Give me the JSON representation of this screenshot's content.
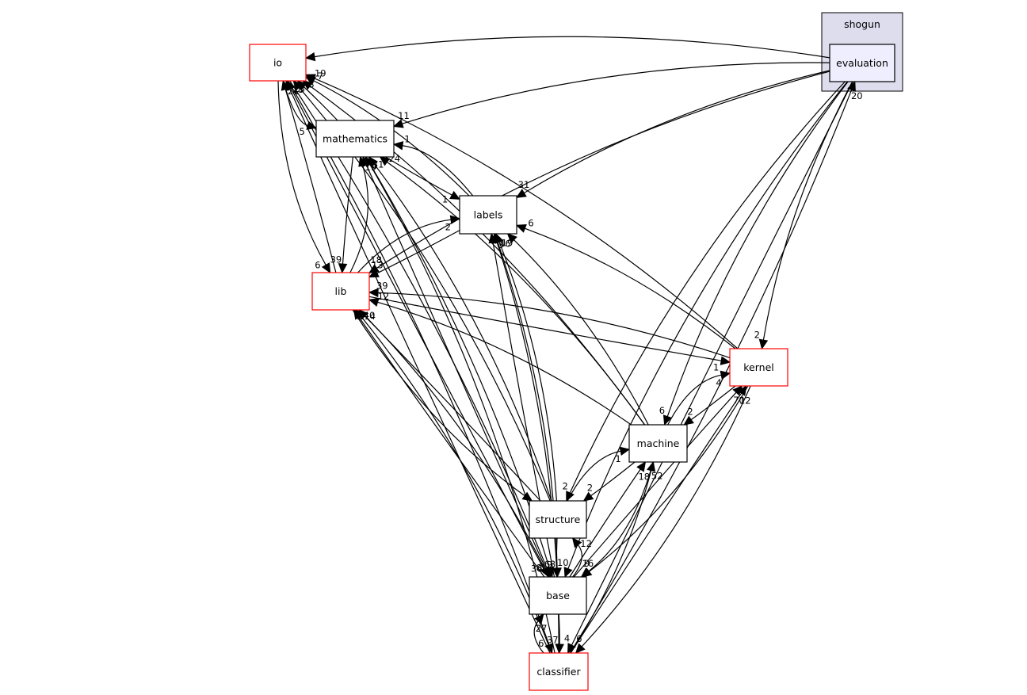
{
  "colors": {
    "background": "#ffffff",
    "cluster_fill": "#ddddee",
    "cluster_stroke": "#000000",
    "highlight_fill": "#eeeeff",
    "node_fill": "#ffffff",
    "plain_stroke": "#000000",
    "incomplete_stroke": "#ff0000",
    "edge": "#000000"
  },
  "cluster": {
    "label": "shogun"
  },
  "nodes": [
    {
      "id": "io",
      "label": "io",
      "style": "incomplete"
    },
    {
      "id": "mathematics",
      "label": "mathematics",
      "style": "plain"
    },
    {
      "id": "labels",
      "label": "labels",
      "style": "plain"
    },
    {
      "id": "lib",
      "label": "lib",
      "style": "incomplete"
    },
    {
      "id": "kernel",
      "label": "kernel",
      "style": "incomplete"
    },
    {
      "id": "machine",
      "label": "machine",
      "style": "plain"
    },
    {
      "id": "structure",
      "label": "structure",
      "style": "plain"
    },
    {
      "id": "base",
      "label": "base",
      "style": "plain"
    },
    {
      "id": "classifier",
      "label": "classifier",
      "style": "incomplete"
    },
    {
      "id": "evaluation",
      "label": "evaluation",
      "style": "highlight"
    }
  ],
  "edges": [
    {
      "from": "evaluation",
      "to": "io",
      "label": ""
    },
    {
      "from": "evaluation",
      "to": "mathematics",
      "label": "11"
    },
    {
      "from": "evaluation",
      "to": "labels",
      "label": "31"
    },
    {
      "from": "evaluation",
      "to": "lib",
      "label": "18"
    },
    {
      "from": "evaluation",
      "to": "kernel",
      "label": "2"
    },
    {
      "from": "evaluation",
      "to": "machine",
      "label": "6"
    },
    {
      "from": "evaluation",
      "to": "structure",
      "label": "2"
    },
    {
      "from": "evaluation",
      "to": "base",
      "label": "10"
    },
    {
      "from": "evaluation",
      "to": "classifier",
      "label": "4"
    },
    {
      "from": "classifier",
      "to": "evaluation",
      "label": "20"
    },
    {
      "from": "mathematics",
      "to": "io",
      "label": "3"
    },
    {
      "from": "io",
      "to": "mathematics",
      "label": "5"
    },
    {
      "from": "mathematics",
      "to": "labels",
      "label": "1"
    },
    {
      "from": "labels",
      "to": "mathematics",
      "label": "1"
    },
    {
      "from": "mathematics",
      "to": "lib",
      "label": "39"
    },
    {
      "from": "lib",
      "to": "mathematics",
      "label": "19"
    },
    {
      "from": "labels",
      "to": "io",
      "label": "7"
    },
    {
      "from": "labels",
      "to": "lib",
      "label": "13"
    },
    {
      "from": "lib",
      "to": "labels",
      "label": "2"
    },
    {
      "from": "lib",
      "to": "io",
      "label": "21"
    },
    {
      "from": "io",
      "to": "lib",
      "label": "6"
    },
    {
      "from": "lib",
      "to": "kernel",
      "label": "1"
    },
    {
      "from": "kernel",
      "to": "lib",
      "label": "39"
    },
    {
      "from": "kernel",
      "to": "io",
      "label": "19"
    },
    {
      "from": "kernel",
      "to": "labels",
      "label": "6"
    },
    {
      "from": "kernel",
      "to": "machine",
      "label": "2"
    },
    {
      "from": "machine",
      "to": "kernel",
      "label": "4"
    },
    {
      "from": "machine",
      "to": "mathematics",
      "label": "24"
    },
    {
      "from": "machine",
      "to": "labels",
      "label": ""
    },
    {
      "from": "machine",
      "to": "lib",
      "label": "12"
    },
    {
      "from": "machine",
      "to": "io",
      "label": ""
    },
    {
      "from": "machine",
      "to": "structure",
      "label": "2"
    },
    {
      "from": "structure",
      "to": "machine",
      "label": "1"
    },
    {
      "from": "structure",
      "to": "labels",
      "label": "19"
    },
    {
      "from": "structure",
      "to": "mathematics",
      "label": ""
    },
    {
      "from": "structure",
      "to": "lib",
      "label": ""
    },
    {
      "from": "structure",
      "to": "io",
      "label": ""
    },
    {
      "from": "structure",
      "to": "base",
      "label": "9"
    },
    {
      "from": "base",
      "to": "structure",
      "label": "12"
    },
    {
      "from": "base",
      "to": "machine",
      "label": "18"
    },
    {
      "from": "base",
      "to": "kernel",
      "label": "70"
    },
    {
      "from": "kernel",
      "to": "base",
      "label": "16"
    },
    {
      "from": "machine",
      "to": "base",
      "label": "9"
    },
    {
      "from": "base",
      "to": "labels",
      "label": "3"
    },
    {
      "from": "labels",
      "to": "base",
      "label": "63"
    },
    {
      "from": "base",
      "to": "lib",
      "label": "114"
    },
    {
      "from": "lib",
      "to": "base",
      "label": "36"
    },
    {
      "from": "base",
      "to": "mathematics",
      "label": "6"
    },
    {
      "from": "mathematics",
      "to": "base",
      "label": "3"
    },
    {
      "from": "base",
      "to": "io",
      "label": "23"
    },
    {
      "from": "io",
      "to": "base",
      "label": "8"
    },
    {
      "from": "base",
      "to": "classifier",
      "label": "37"
    },
    {
      "from": "classifier",
      "to": "base",
      "label": "27"
    },
    {
      "from": "classifier",
      "to": "io",
      "label": "28"
    },
    {
      "from": "io",
      "to": "classifier",
      "label": "6"
    },
    {
      "from": "classifier",
      "to": "machine",
      "label": "52"
    },
    {
      "from": "classifier",
      "to": "kernel",
      "label": "12"
    },
    {
      "from": "kernel",
      "to": "classifier",
      "label": "6"
    },
    {
      "from": "classifier",
      "to": "labels",
      "label": "46"
    },
    {
      "from": "classifier",
      "to": "lib",
      "label": "40"
    },
    {
      "from": "classifier",
      "to": "mathematics",
      "label": "31"
    },
    {
      "from": "lib",
      "to": "structure",
      "label": ""
    }
  ]
}
